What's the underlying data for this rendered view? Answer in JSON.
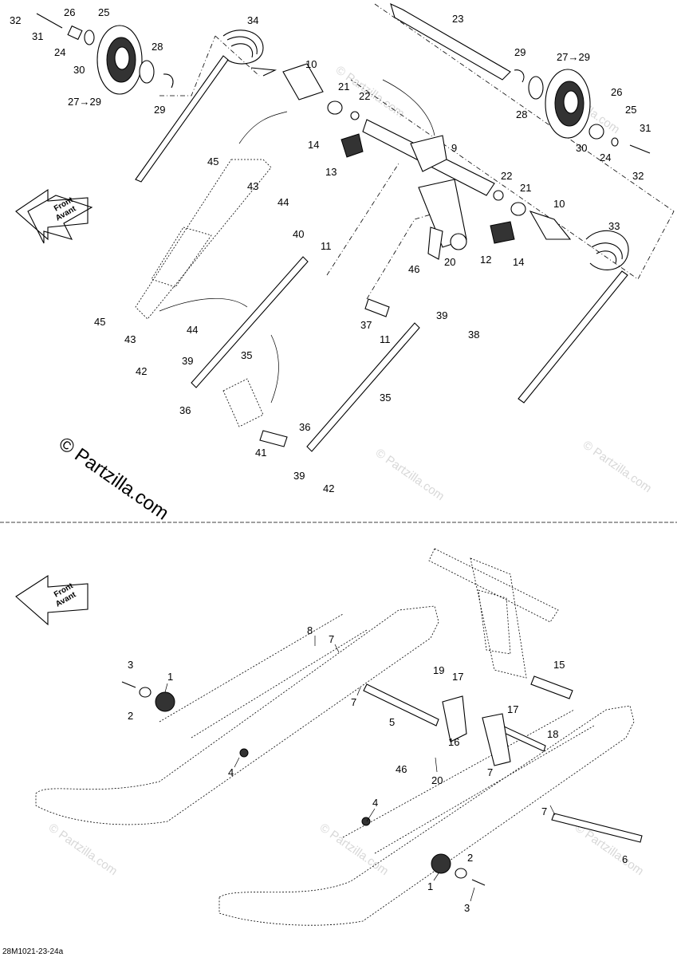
{
  "watermark": "© Partzilla.com",
  "copyright": "© Partzilla.com",
  "diagram_code": "28M1021-23-24a",
  "front_arrow": {
    "line1": "Front",
    "line2": "Avant"
  },
  "top_labels": {
    "l32a": "32",
    "l26a": "26",
    "l25a": "25",
    "l31a": "31",
    "l24a": "24",
    "l30a": "30",
    "l28a": "28",
    "l27a": "27→29",
    "l29a": "29",
    "l34": "34",
    "l10a": "10",
    "l21a": "21",
    "l22a": "22",
    "l23": "23",
    "l29b": "29",
    "l27b": "27→29",
    "l26b": "26",
    "l25b": "25",
    "l28b": "28",
    "l31b": "31",
    "l30b": "30",
    "l24b": "24",
    "l32b": "32",
    "l14a": "14",
    "l13": "13",
    "l9": "9",
    "l45a": "45",
    "l43a": "43",
    "l44a": "44",
    "l22b": "22",
    "l21b": "21",
    "l10b": "10",
    "l33": "33",
    "l40": "40",
    "l11a": "11",
    "l12": "12",
    "l14b": "14",
    "l46a": "46",
    "l20a": "20",
    "l45b": "45",
    "l43b": "43",
    "l44b": "44",
    "l39a": "39",
    "l37": "37",
    "l11b": "11",
    "l38": "38",
    "l35a": "35",
    "l42a": "42",
    "l39b": "39",
    "l36a": "36",
    "l35b": "35",
    "l41": "41",
    "l36b": "36",
    "l39c": "39",
    "l42b": "42"
  },
  "bottom_labels": {
    "b8": "8",
    "b7a": "7",
    "b3a": "3",
    "b1a": "1",
    "b2a": "2",
    "b7b": "7",
    "b5": "5",
    "b19": "19",
    "b17a": "17",
    "b15": "15",
    "b4a": "4",
    "b17b": "17",
    "b18": "18",
    "b16": "16",
    "b46": "46",
    "b20": "20",
    "b7c": "7",
    "b7d": "7",
    "b4b": "4",
    "b6": "6",
    "b2b": "2",
    "b1b": "1",
    "b3b": "3"
  }
}
